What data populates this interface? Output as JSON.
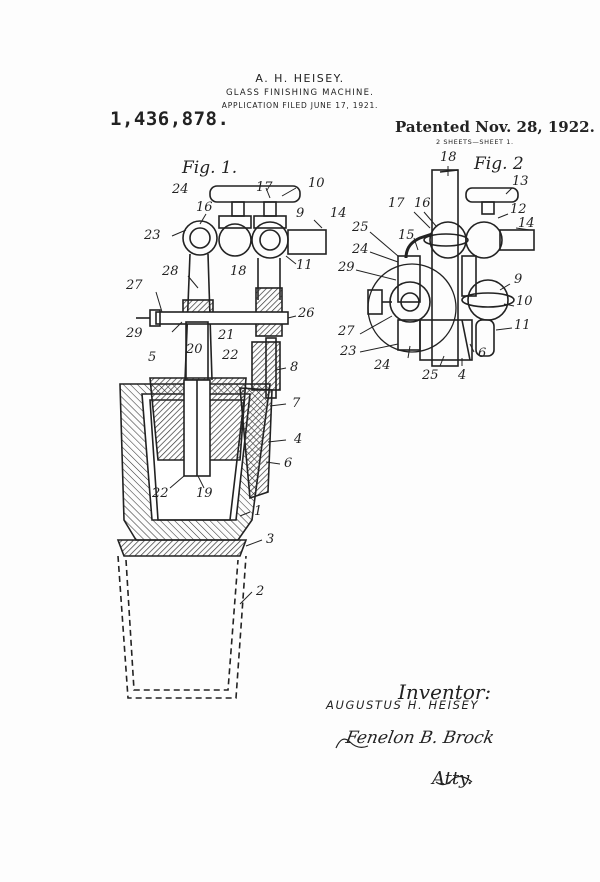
{
  "header": {
    "inventor_name": "A. H. HEISEY.",
    "title": "GLASS FINISHING MACHINE.",
    "filed": "APPLICATION FILED JUNE 17, 1921.",
    "patent_number": "1,436,878.",
    "patented": "Patented Nov. 28, 1922.",
    "sheets": "2 SHEETS—SHEET 1."
  },
  "figures": {
    "fig1": "Fig. 1.",
    "fig2": "Fig. 2"
  },
  "reference_numerals": {
    "fig1": [
      "17",
      "10",
      "24",
      "16",
      "9",
      "14",
      "23",
      "18",
      "11",
      "27",
      "28",
      "26",
      "29",
      "21",
      "20",
      "22",
      "5",
      "8",
      "7",
      "4",
      "6",
      "22",
      "19",
      "1",
      "3",
      "2"
    ],
    "fig2": [
      "18",
      "13",
      "17",
      "16",
      "12",
      "14",
      "25",
      "15",
      "24",
      "29",
      "9",
      "10",
      "27",
      "11",
      "23",
      "6",
      "24",
      "25",
      "4"
    ]
  },
  "signature": {
    "inventor_heading": "Inventor:",
    "inventor_name": "AUGUSTUS H. HEISEY",
    "attorney_signature": "Fenelon B. Brock",
    "attorney_label": "Atty."
  },
  "colors": {
    "ink": "#222222",
    "paper": "#fdfdfd"
  }
}
